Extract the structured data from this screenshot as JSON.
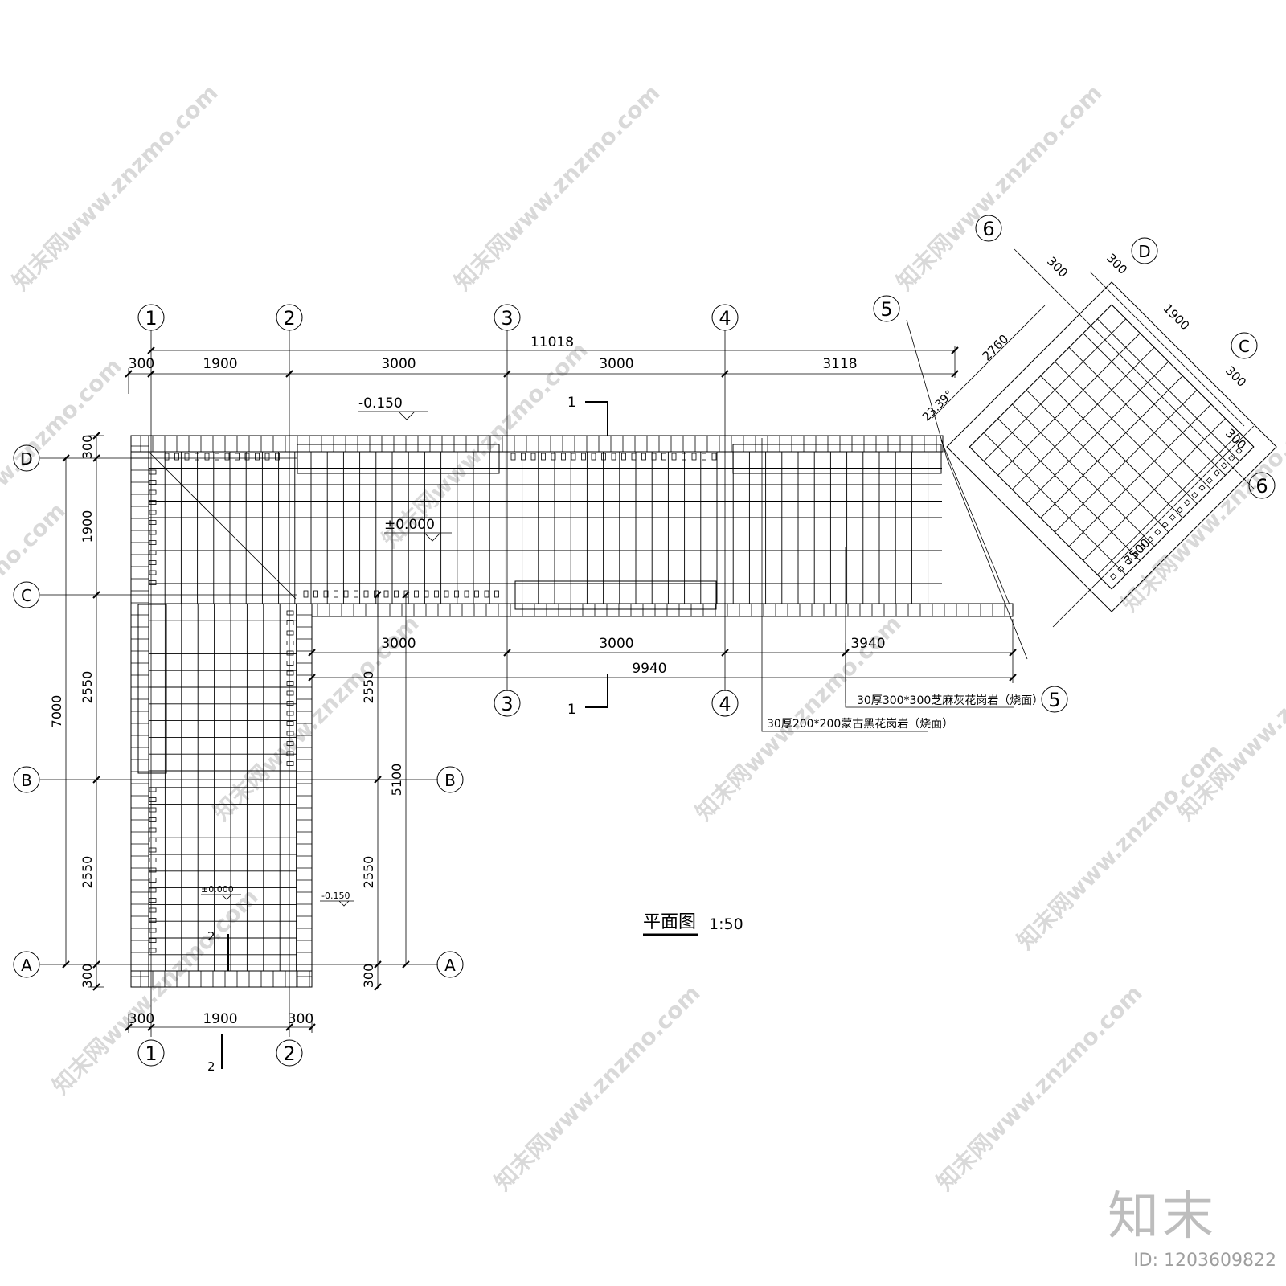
{
  "axes": {
    "vertical": [
      "1",
      "2",
      "3",
      "4",
      "5",
      "6"
    ],
    "horizontal": [
      "A",
      "B",
      "C",
      "D"
    ]
  },
  "dims": {
    "top_total": "11018",
    "top_300": "300",
    "top_1900": "1900",
    "top_3000a": "3000",
    "top_3000b": "3000",
    "top_3118": "3118",
    "mid_3000a": "3000",
    "mid_3000b": "3000",
    "mid_3940": "3940",
    "mid_total": "9940",
    "left_300_top": "300",
    "left_1900": "1900",
    "left_2550a": "2550",
    "left_2550b": "2550",
    "left_300_bot": "300",
    "left_total": "7000",
    "inner_2550a": "2550",
    "inner_2550b": "2550",
    "inner_5100": "5100",
    "inner_300": "300",
    "bot_300a": "300",
    "bot_1900": "1900",
    "bot_300b": "300",
    "diag_300a": "300",
    "diag_300b": "300",
    "diag_1900": "1900",
    "diag_300c": "300",
    "diag_300d": "300",
    "diag_2760": "2760",
    "diag_3500": "3500",
    "angle": "23.39°"
  },
  "levels": {
    "top": "-0.150",
    "main": "±0.000",
    "small_main": "±0.000",
    "small_side": "-0.150"
  },
  "sections": {
    "s1_top": "1",
    "s1_bot": "1",
    "s2_top": "2",
    "s2_bot": "2"
  },
  "notes": {
    "granite_300": "30厚300*300芝麻灰花岗岩（烧面）",
    "granite_200": "30厚200*200蒙古黑花岗岩（烧面）"
  },
  "title": {
    "name": "平面图",
    "scale": "1:50"
  },
  "watermark": {
    "text": "知末网www.znzmo.com",
    "brand": "知末",
    "id": "ID: 1203609822"
  }
}
